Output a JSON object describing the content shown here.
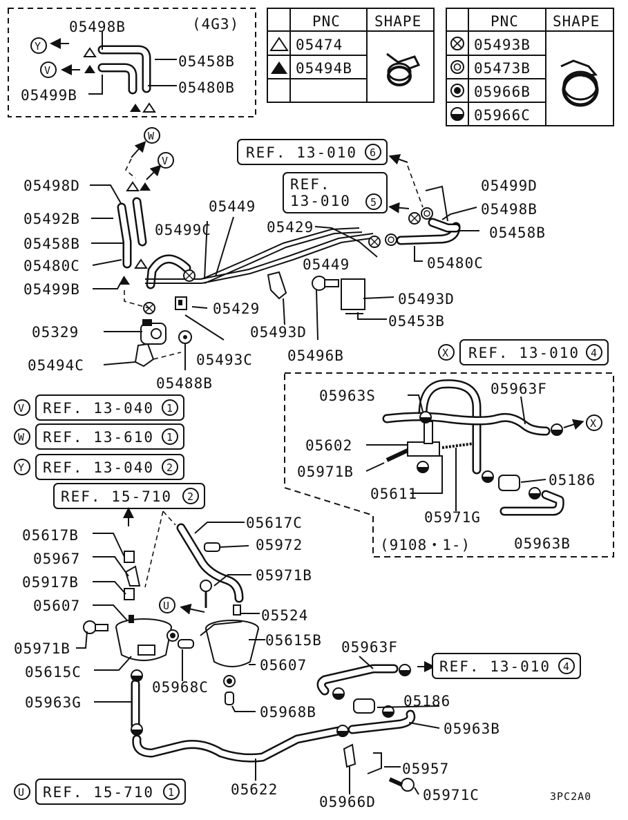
{
  "inset_4g3": {
    "title": "(4G3)",
    "labels": [
      "05498B",
      "05458B",
      "05480B",
      "05499B"
    ],
    "circles": [
      "Y",
      "V"
    ]
  },
  "table1": {
    "header_pnc": "PNC",
    "header_shape": "SHAPE",
    "rows": [
      "05474",
      "05494B"
    ]
  },
  "table2": {
    "header_pnc": "PNC",
    "header_shape": "SHAPE",
    "rows": [
      "05493B",
      "05473B",
      "05966B",
      "05966C"
    ]
  },
  "main_labels": {
    "l05498D": "05498D",
    "l05492B": "05492B",
    "l05458B": "05458B",
    "l05480C": "05480C",
    "l05499B": "05499B",
    "l05449a": "05449",
    "l05499C": "05499C",
    "l05429a": "05429",
    "l05449b": "05449",
    "l05429b": "05429",
    "l05499D": "05499D",
    "l05498B": "05498B",
    "l05458B2": "05458B",
    "l05480C2": "05480C",
    "l05493Da": "05493D",
    "l05453B": "05453B",
    "l05493Db": "05493D",
    "l05496B": "05496B",
    "l05329": "05329",
    "l05494C": "05494C",
    "l05493C": "05493C",
    "l05488B": "05488B",
    "l05963S": "05963S",
    "l05963F": "05963F",
    "l05602": "05602",
    "l05971Ba": "05971B",
    "l05611": "05611",
    "l05186a": "05186",
    "l05971G": "05971G",
    "l05963Ba": "05963B",
    "date_range": "(9108・1-)",
    "l05617C": "05617C",
    "l05617B": "05617B",
    "l05972": "05972",
    "l05967": "05967",
    "l05971Bb": "05971B",
    "l05917B": "05917B",
    "l05607a": "05607",
    "l05524": "05524",
    "l05971Bc": "05971B",
    "l05615B": "05615B",
    "l05615C": "05615C",
    "l05607b": "05607",
    "l05968C": "05968C",
    "l05963G": "05963G",
    "l05968B": "05968B",
    "l05963Fb": "05963F",
    "l05186b": "05186",
    "l05963Bb": "05963B",
    "l05957": "05957",
    "l05622": "05622",
    "l05966D": "05966D",
    "l05971C": "05971C",
    "code": "3PC2A0"
  },
  "refs": {
    "r1": {
      "text": "REF. 13-010",
      "num": "6"
    },
    "r2": {
      "text1": "REF.",
      "text2": "13-010",
      "num": "5"
    },
    "rX": {
      "circle": "X",
      "text": "REF. 13-010",
      "num": "4"
    },
    "rV": {
      "circle": "V",
      "text": "REF. 13-040",
      "num": "1"
    },
    "rW": {
      "circle": "W",
      "text": "REF. 13-610",
      "num": "1"
    },
    "rY": {
      "circle": "Y",
      "text": "REF. 13-040",
      "num": "2"
    },
    "r15a": {
      "text": "REF. 15-710",
      "num": "2"
    },
    "r13b": {
      "text": "REF. 13-010",
      "num": "4"
    },
    "rU": {
      "circle": "U",
      "text": "REF. 15-710",
      "num": "1"
    }
  },
  "arrow_marks": {
    "W": "W",
    "V": "V",
    "X": "X",
    "U": "U"
  }
}
